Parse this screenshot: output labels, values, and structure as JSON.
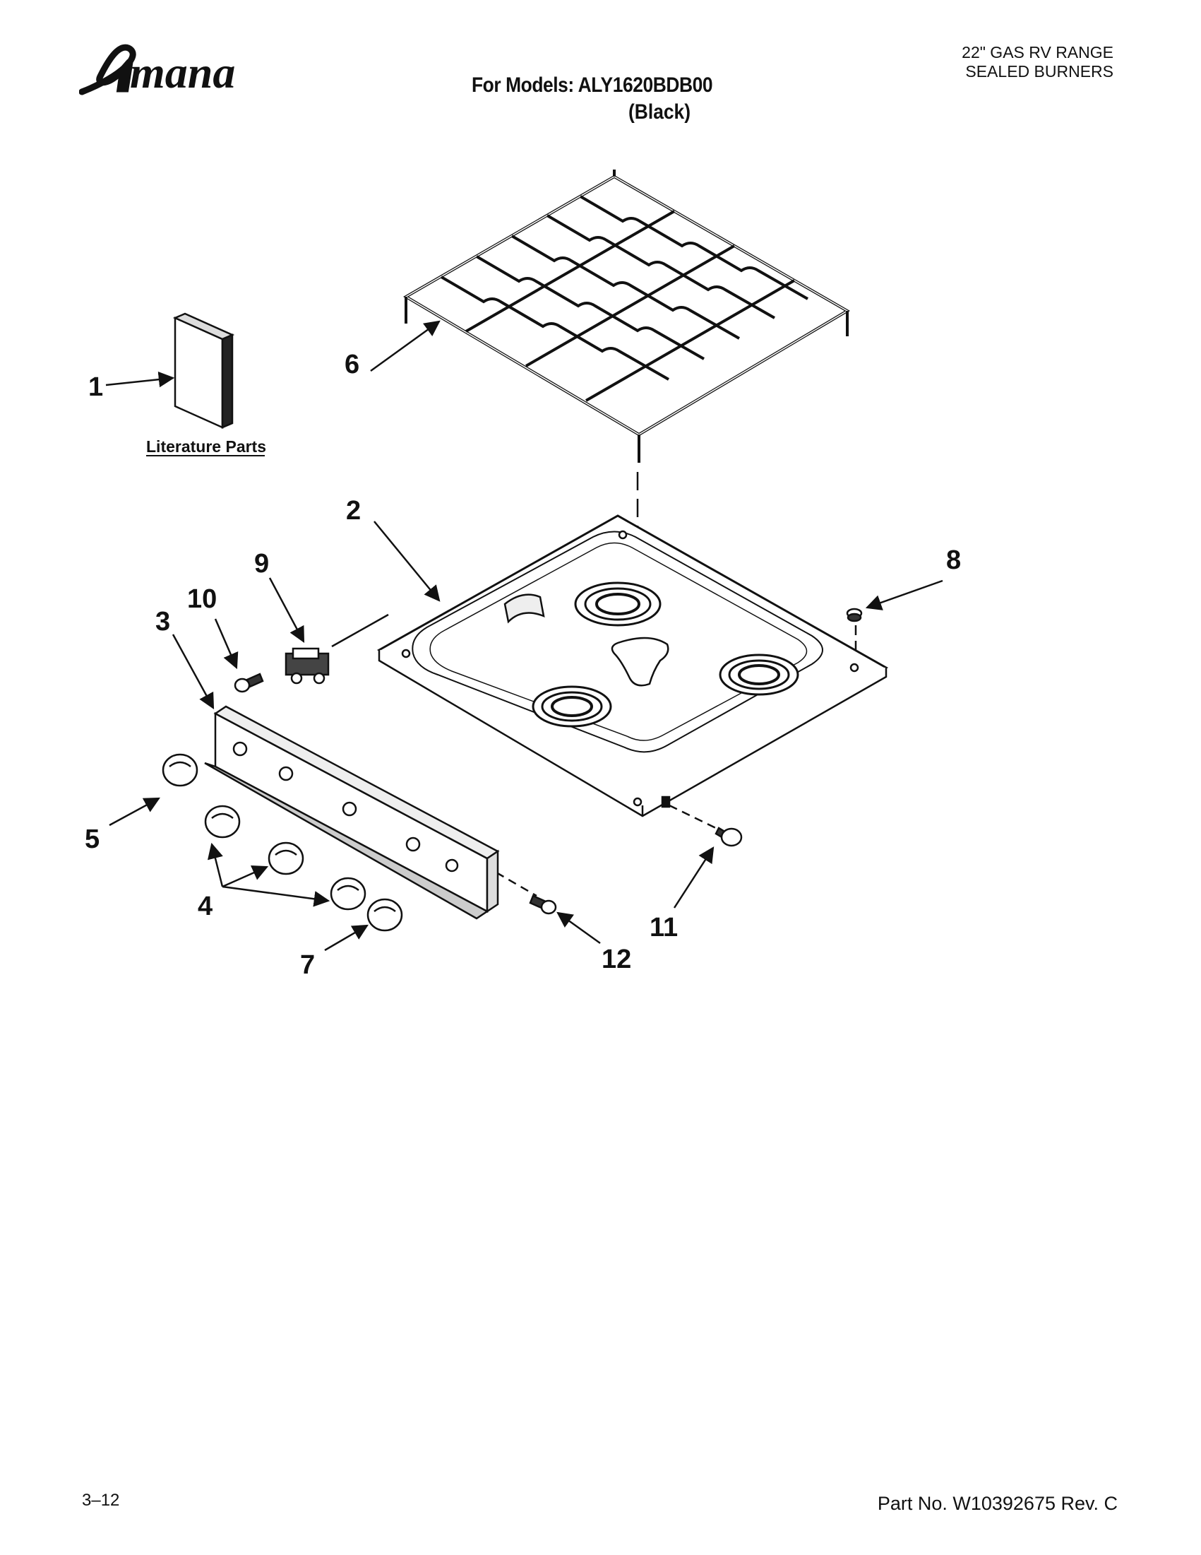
{
  "brand": "Amana",
  "header": {
    "models_line": "For Models: ALY1620BDB00",
    "color_line": "(Black)",
    "product_line1": "22\" GAS RV RANGE",
    "product_line2": "SEALED BURNERS"
  },
  "literature_label": "Literature Parts",
  "callouts": [
    "1",
    "2",
    "3",
    "4",
    "5",
    "6",
    "7",
    "8",
    "9",
    "10",
    "11",
    "12"
  ],
  "footer": {
    "page_number": "3–12",
    "part_number": "Part No. W10392675 Rev. C"
  }
}
